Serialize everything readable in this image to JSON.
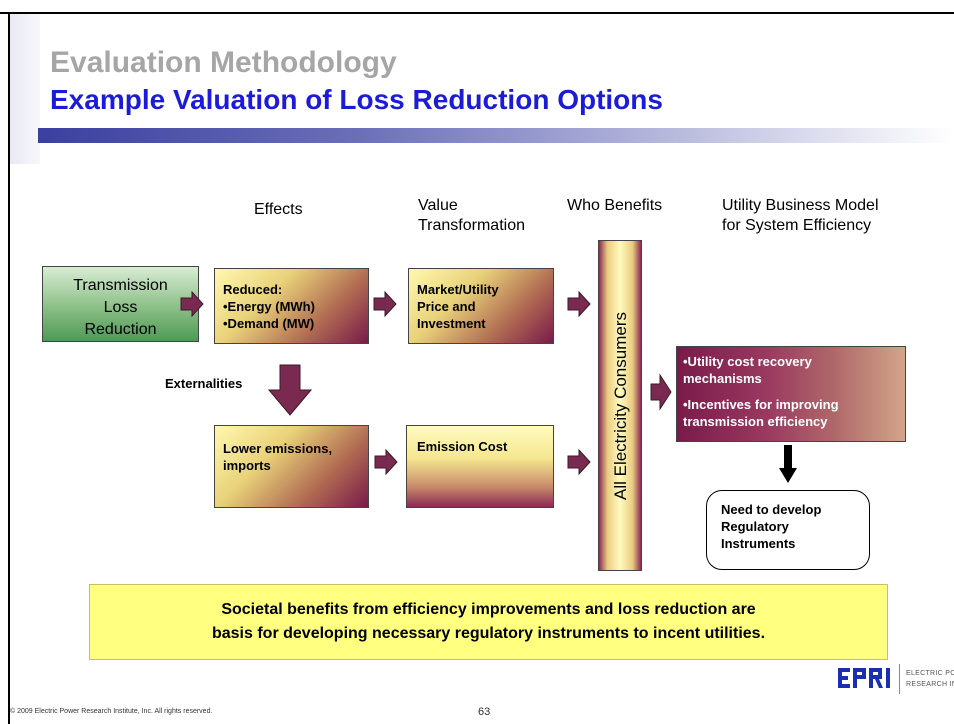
{
  "title": {
    "line1": "Evaluation Methodology",
    "line2": "Example Valuation of Loss Reduction Options"
  },
  "headers": {
    "effects": "Effects",
    "value_line1": "Value",
    "value_line2": "Transformation",
    "who_benefits": "Who Benefits",
    "utility_line1": "Utility Business Model",
    "utility_line2": "for System Efficiency"
  },
  "boxes": {
    "transmission_line1": "Transmission",
    "transmission_line2": "Loss",
    "transmission_line3": "Reduction",
    "reduced_line1": "Reduced:",
    "reduced_line2": "•Energy (MWh)",
    "reduced_line3": "•Demand (MW)",
    "market_line1": "Market/Utility",
    "market_line2": "Price and",
    "market_line3": "Investment",
    "lower_line1": "Lower emissions,",
    "lower_line2": "imports",
    "emission": "Emission Cost",
    "consumers": "All Electricity Consumers",
    "recovery_line1": "•Utility cost recovery",
    "recovery_line2": "mechanisms",
    "incentive_line1": "•Incentives for improving",
    "incentive_line2": "transmission efficiency",
    "need_line1": "Need to develop",
    "need_line2": "Regulatory",
    "need_line3": "Instruments"
  },
  "externalities_label": "Externalities",
  "summary": {
    "line1": "Societal benefits from efficiency improvements and loss reduction are",
    "line2": "basis for developing necessary regulatory instruments to incent utilities."
  },
  "footer": {
    "copyright": "© 2009 Electric Power Research Institute, Inc. All rights reserved.",
    "page": "63",
    "logo_line1": "ELECTRIC POWER",
    "logo_line2": "RESEARCH INSTITUTE",
    "logo_lettering": "EPRI"
  },
  "colors": {
    "title_gray": "#a6a6a6",
    "title_blue": "#1c1cd8",
    "highlight_yellow": "#ffff80",
    "logo_blue": "#1a2eb0"
  }
}
